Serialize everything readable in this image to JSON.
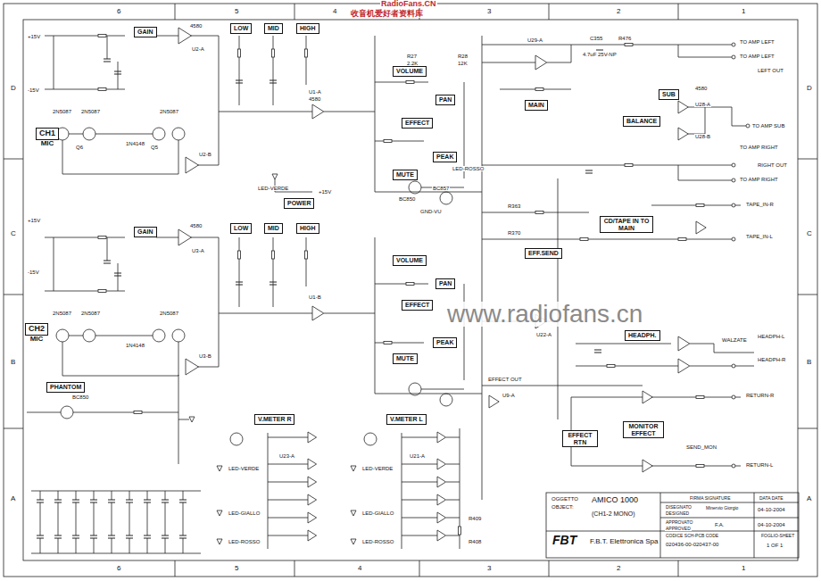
{
  "diagram": {
    "nodes": [
      {
        "text": [
          "GAIN"
        ]
      },
      {
        "text": [
          "LOW"
        ]
      },
      {
        "text": [
          "MID"
        ]
      },
      {
        "text": [
          "HIGH"
        ]
      },
      {
        "text": [
          "VOLUME"
        ]
      },
      {
        "text": [
          "PAN"
        ]
      },
      {
        "text": [
          "EFFECT"
        ]
      },
      {
        "text": [
          "MAIN"
        ]
      },
      {
        "text": [
          "BALANCE"
        ]
      },
      {
        "text": [
          "SUB"
        ]
      },
      {
        "text": [
          "CH1",
          "MIC"
        ]
      },
      {
        "text": [
          "MUTE"
        ]
      },
      {
        "text": [
          "PEAK"
        ]
      },
      {
        "text": [
          "POWER"
        ]
      },
      {
        "text": [
          "CD/TAPE IN TO MAIN"
        ]
      },
      {
        "text": [
          "GAIN"
        ]
      },
      {
        "text": [
          "LOW"
        ]
      },
      {
        "text": [
          "MID"
        ]
      },
      {
        "text": [
          "HIGH"
        ]
      },
      {
        "text": [
          "VOLUME"
        ]
      },
      {
        "text": [
          "EFF.SEND"
        ]
      },
      {
        "text": [
          "PAN"
        ]
      },
      {
        "text": [
          "EFFECT"
        ]
      },
      {
        "text": [
          "CH2",
          "MIC"
        ]
      },
      {
        "text": [
          "MUTE"
        ]
      },
      {
        "text": [
          "PEAK"
        ]
      },
      {
        "text": [
          "HEADPH."
        ]
      },
      {
        "text": [
          "PHANTOM"
        ]
      },
      {
        "text": [
          "V.METER R"
        ]
      },
      {
        "text": [
          "V.METER L"
        ]
      },
      {
        "text": [
          "MONITOR EFFECT"
        ]
      },
      {
        "text": [
          "EFFECT RTN"
        ]
      }
    ],
    "labels": [
      "RadioFans.CN",
      "收音机爱好者资料库",
      "6",
      "5",
      "4",
      "3",
      "2",
      "1",
      "6",
      "5",
      "4",
      "3",
      "2",
      "1",
      "D",
      "C",
      "B",
      "A",
      "D",
      "C",
      "B",
      "A",
      "4580",
      "U2-A",
      "U2-B",
      "2N5087",
      "2N5087",
      "2N5087",
      "1N4148",
      "Q6",
      "Q5",
      "4580",
      "U3-A",
      "2N5087",
      "2N5087",
      "2N5087",
      "1N4148",
      "U3-B",
      "U1-A",
      "U1-B",
      "4580",
      "LED-VERDE",
      "+15V",
      "BC850",
      "BC857",
      "LED-ROSSO",
      "R27",
      "R28",
      "2.2K",
      "12K",
      "U29-A",
      "U28-A",
      "U28-B",
      "4580",
      "C355",
      "R476",
      "4.7uF 25V-NP",
      "TO AMP LEFT",
      "TO AMP LEFT",
      "LEFT OUT",
      "TO AMP SUB",
      "TO AMP RIGHT",
      "TO AMP RIGHT",
      "RIGHT OUT",
      "TAPE_IN-R",
      "TAPE_IN-L",
      "R363",
      "R370",
      "U22-A",
      "HEADPH-L",
      "HEADPH-R",
      "WALZATE",
      "RETURN-R",
      "RETURN-L",
      "SEND_MON",
      "U9-A",
      "EFFECT OUT",
      "BC850",
      "LED-VERDE",
      "U23-A",
      "LED-GIALLO",
      "LED-ROSSO",
      "LED-VERDE",
      "LED-GIALLO",
      "LED-ROSSO",
      "U21-A",
      "R409",
      "R408",
      "www.radiofans.cn",
      "OGGETTO",
      "OBJECT:",
      "AMICO 1000",
      "(CH1-2 MONO)",
      "FIRMA SIGNATURE",
      "DATA DATE",
      "DISEGNATO",
      "DESIGNED",
      "Minervio Giorgio",
      "04-10-2004",
      "APPROVATO",
      "APPROVED",
      "F.A.",
      "04-10-2004",
      "FBT",
      "F.B.T. Elettronica Spa",
      "CODICE SCH-PCB CODE",
      "020436-00-020437-00",
      "FOGLIO-SHEET",
      "1 OF 1",
      "+15V",
      "-15V",
      "+15V",
      "-15V",
      "GND-VU"
    ]
  }
}
